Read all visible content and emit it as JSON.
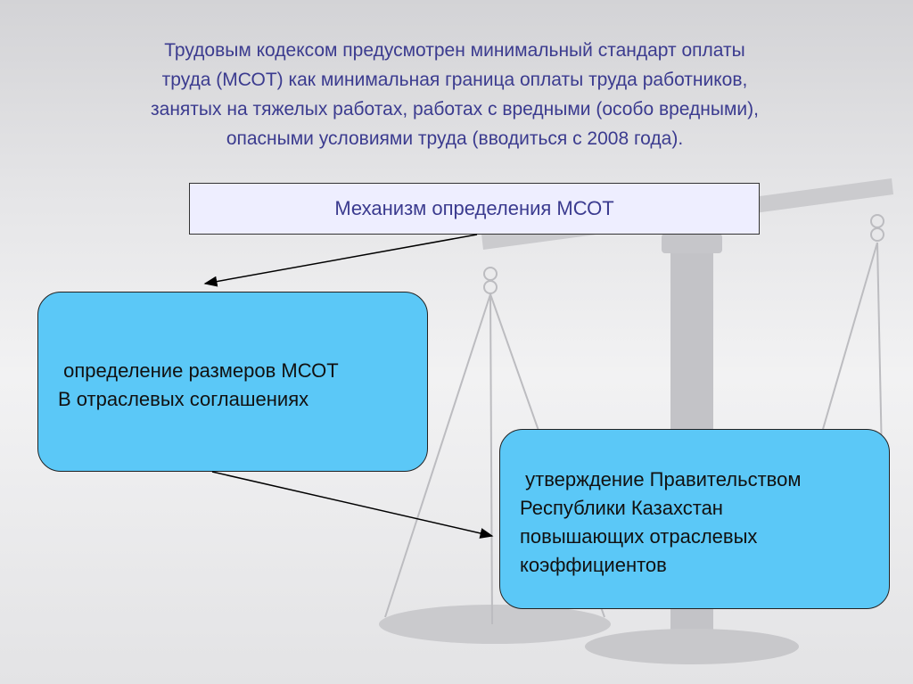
{
  "intro": {
    "line1": "Трудовым кодексом предусмотрен минимальный стандарт оплаты",
    "line2": "труда (МСОТ) как минимальная граница оплаты труда работников,",
    "line3": "занятых на тяжелых работах, работах с вредными (особо вредными),",
    "line4": "опасными условиями труда (вводиться с 2008 года)."
  },
  "header": {
    "title": "Механизм определения МСОТ"
  },
  "boxes": {
    "left": {
      "line1": " определение размеров МСОТ",
      "line2": "В отраслевых соглашениях"
    },
    "right": {
      "line1": " утверждение Правительством",
      "line2": "Республики Казахстан",
      "line3": "повышающих отраслевых",
      "line4": "коэффициентов"
    }
  },
  "colors": {
    "box_fill": "#5bc8f7",
    "header_fill": "#eeeeff",
    "text_accent": "#3b3b8f"
  }
}
